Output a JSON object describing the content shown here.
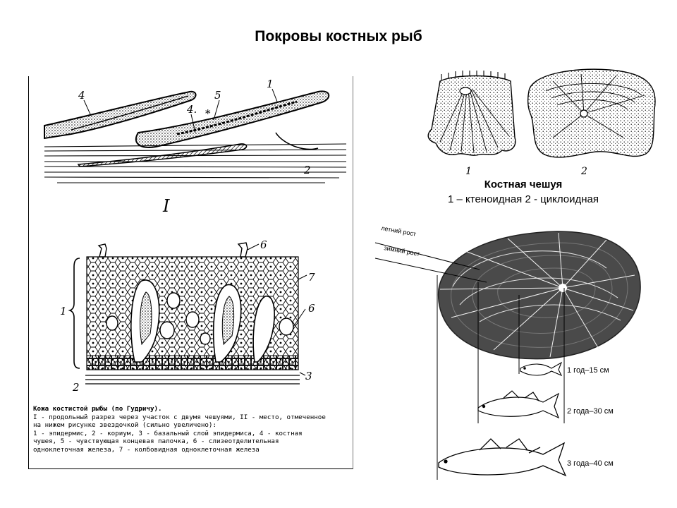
{
  "page": {
    "title": "Покровы костных рыб"
  },
  "skin_diagram": {
    "figure_label_I": "I",
    "top_labels": [
      "4",
      "5",
      "1",
      "4.",
      "*",
      "2"
    ],
    "bottom_labels": [
      "6",
      "7",
      "6",
      "1",
      "2",
      "3"
    ],
    "caption": {
      "title": "Кожа костистой рыбы (по Гудричу).",
      "lines": [
        "I - продольный разрез через участок с двумя чешуями, II - место, отмеченное",
        "на нижем рисунке звездочкой (сильно увеличено):",
        "1 - эпидермис, 2 - кориум, 3 - базальный слой эпидермиса, 4 - костная",
        "чушея, 5 - чувствующая концевая палочка, 6 - слизеотделительная",
        "одноклеточная железа, 7 - колбовидная одноклеточная железа"
      ]
    }
  },
  "scale_types": {
    "numbers": [
      "1",
      "2"
    ],
    "heading": "Костная чешуя",
    "subheading": "1 – ктеноидная 2 - циклоидная"
  },
  "growth": {
    "summer_label": "летний рост",
    "winter_label": "зимний рост",
    "ages": [
      "1 год–15 см",
      "2 года–30 см",
      "3 года–40 см"
    ]
  },
  "colors": {
    "ink": "#000000",
    "scale_fill": "#4a4a4a",
    "paper": "#ffffff"
  }
}
